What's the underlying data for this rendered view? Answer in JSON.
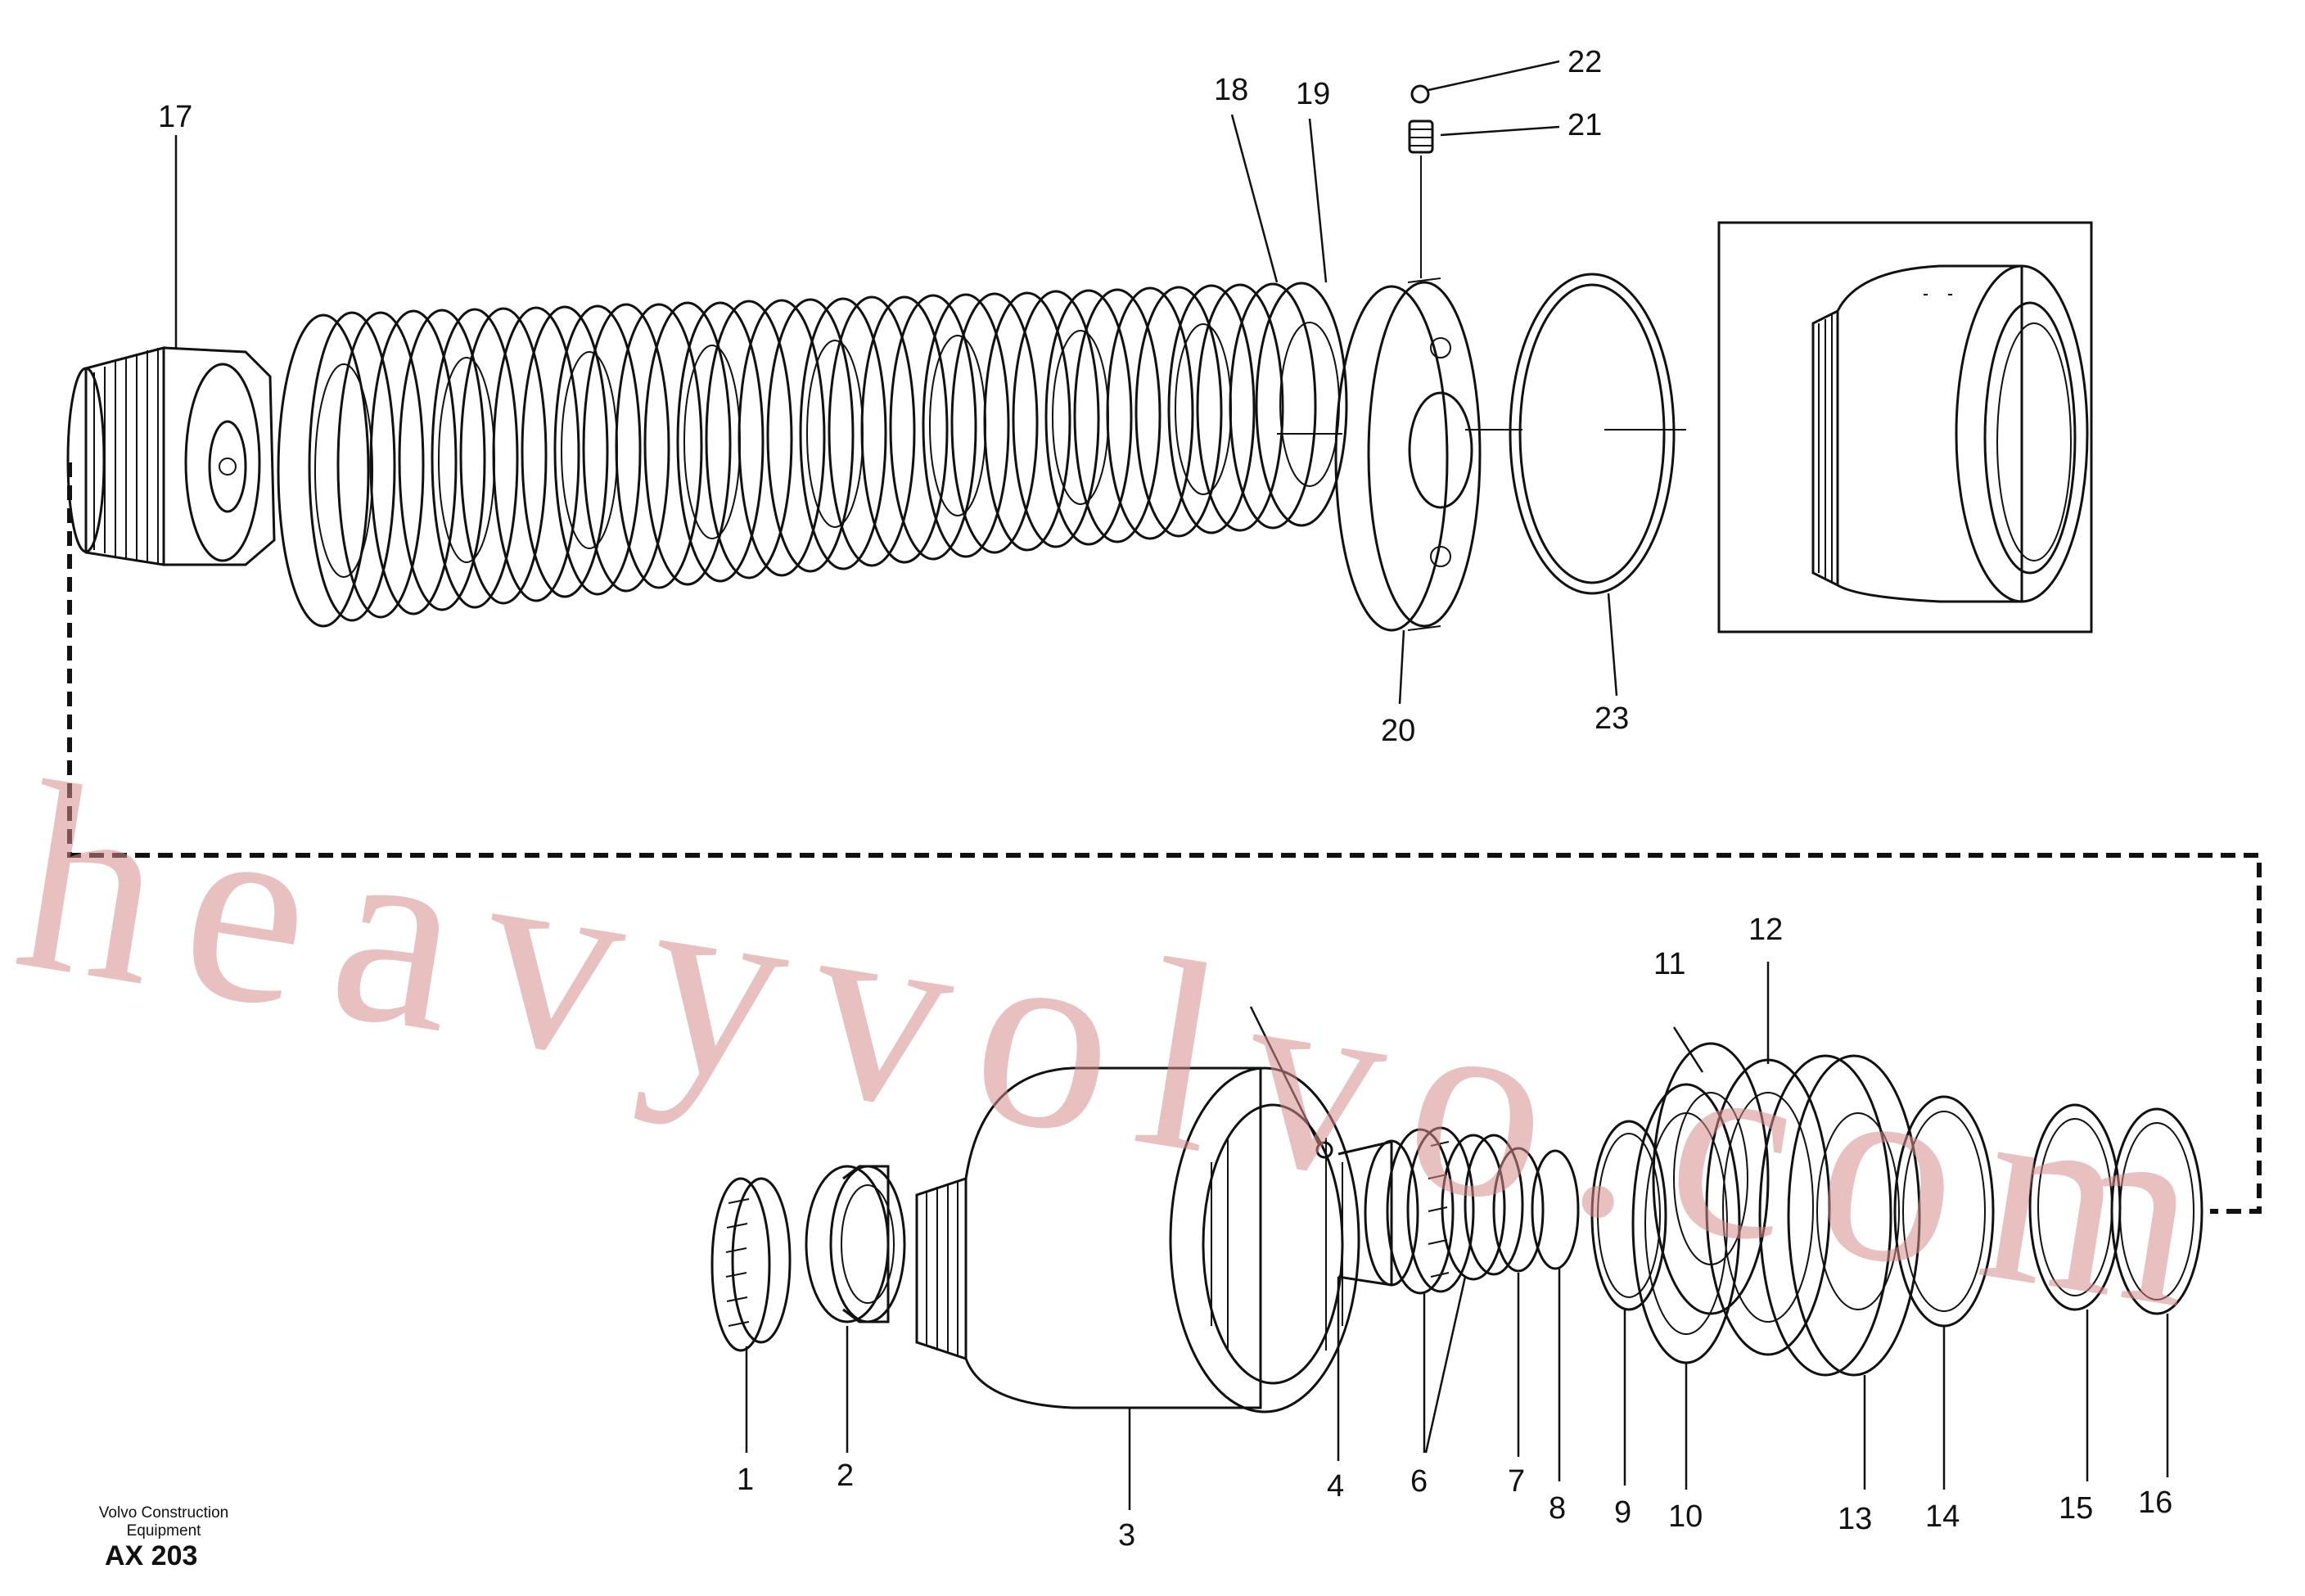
{
  "callouts": [
    "1",
    "2",
    "3",
    "4",
    "6",
    "7",
    "8",
    "9",
    "10",
    "11",
    "12",
    "13",
    "14",
    "15",
    "16",
    "17",
    "18",
    "19",
    "20",
    "21",
    "22",
    "23"
  ],
  "footer": {
    "company_line1": "Volvo Construction",
    "company_line2": "Equipment",
    "drawing_code": "AX 203"
  },
  "watermark": "heavyvolvo.com"
}
